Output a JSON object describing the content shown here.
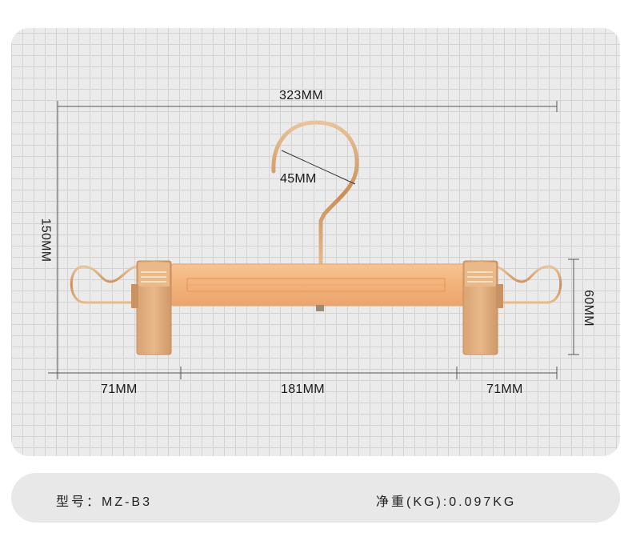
{
  "dimensions": {
    "total_width": "323MM",
    "height": "150MM",
    "hook_diameter": "45MM",
    "clip_height": "60MM",
    "left_span": "71MM",
    "middle_span": "181MM",
    "right_span": "71MM"
  },
  "info": {
    "model": "型号：MZ-B3",
    "net_weight": "净重(KG):0.097KG"
  },
  "colors": {
    "gold": "#d4a06a",
    "bar": "#f3b57e",
    "grid": "#ebebeb"
  }
}
